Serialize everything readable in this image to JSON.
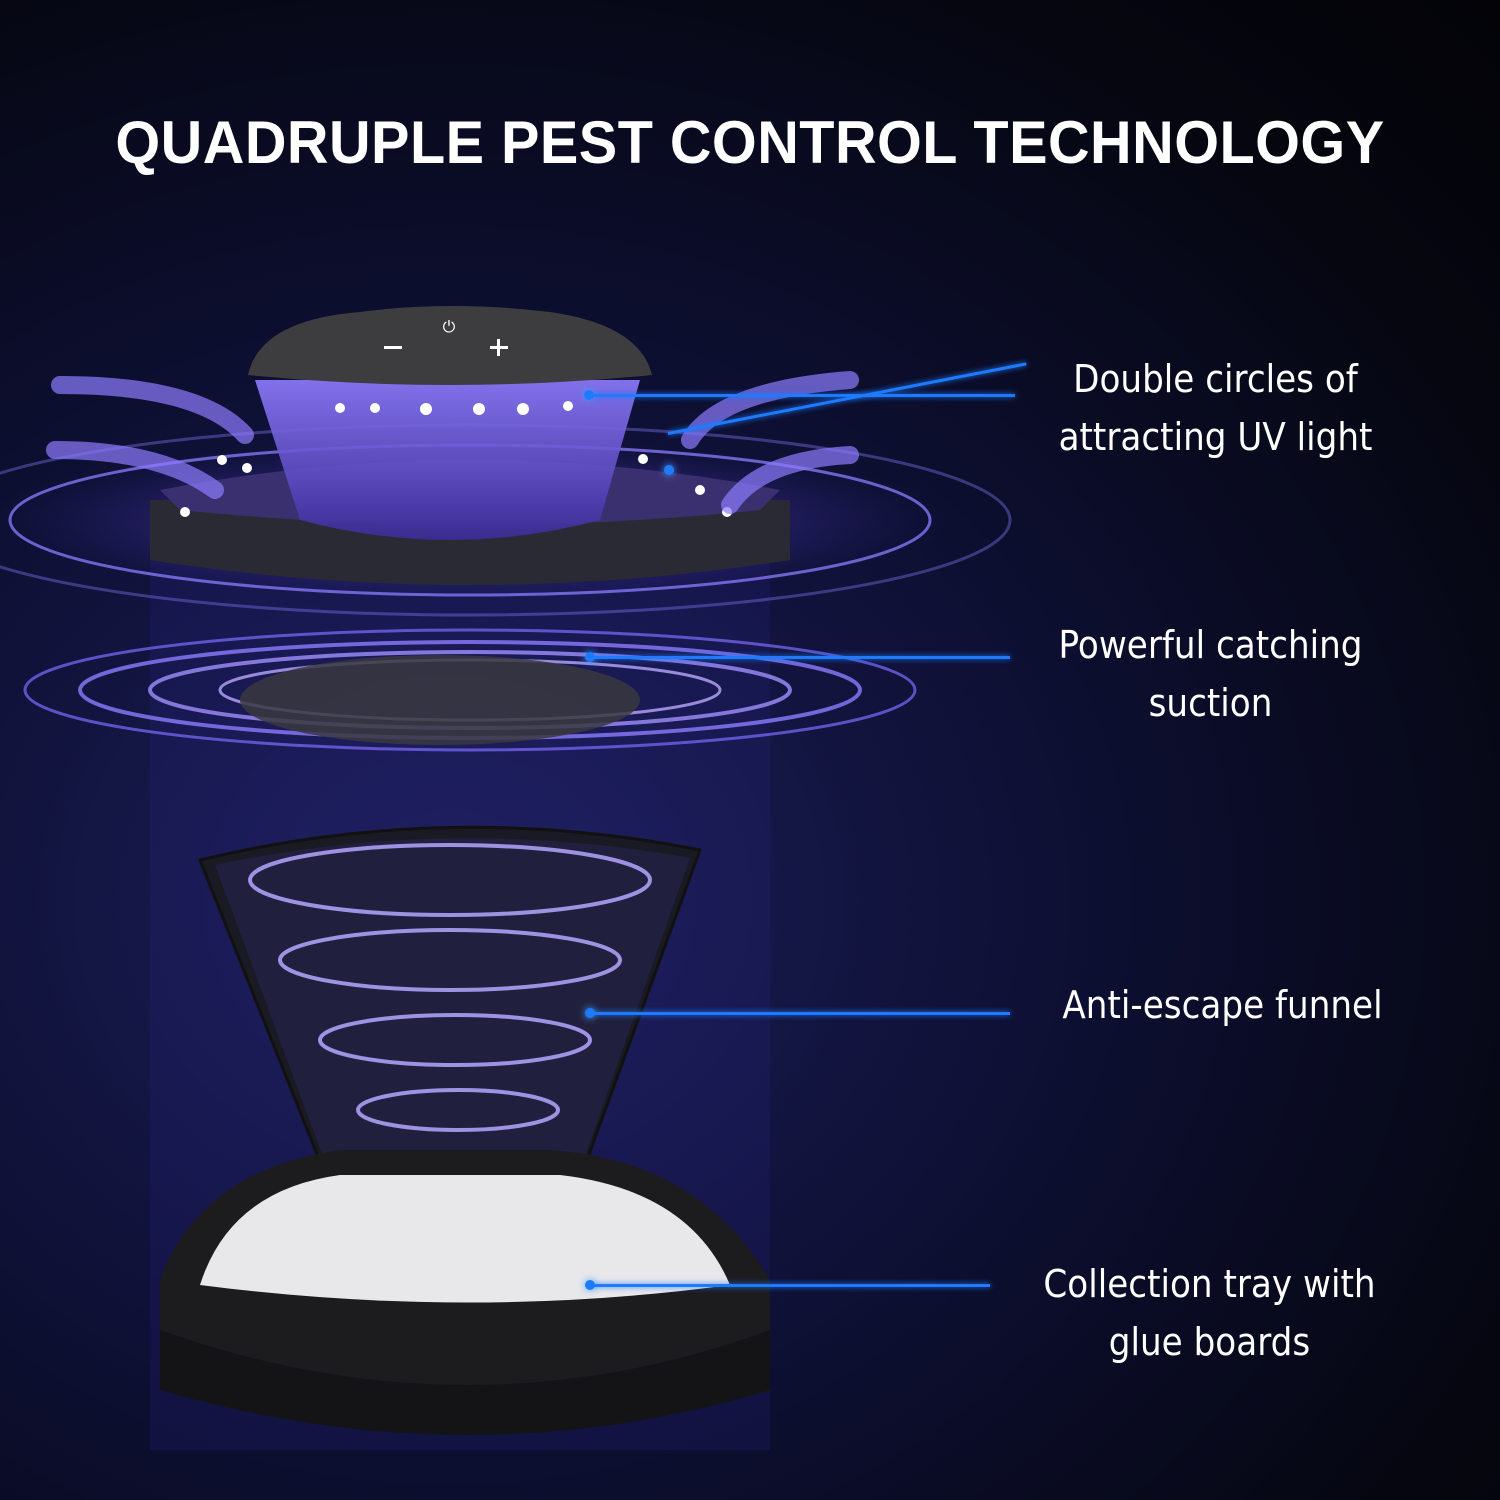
{
  "title": "QUADRUPLE PEST CONTROL TECHNOLOGY",
  "device": {
    "controls": {
      "power_icon": "power-icon",
      "minus_icon": "minus-icon",
      "plus_icon": "plus-icon"
    }
  },
  "features": [
    {
      "label_line1": "Double circles of",
      "label_line2": "attracting UV light"
    },
    {
      "label_line1": "Powerful catching",
      "label_line2": "suction"
    },
    {
      "label_line1": "Anti-escape funnel",
      "label_line2": ""
    },
    {
      "label_line1": "Collection tray with",
      "label_line2": "glue boards"
    }
  ],
  "colors": {
    "background": "#05060f",
    "uv_glow": "#6a4dff",
    "callout": "#1e7bff",
    "text": "#ffffff",
    "device_body": "#2a2a2c"
  }
}
